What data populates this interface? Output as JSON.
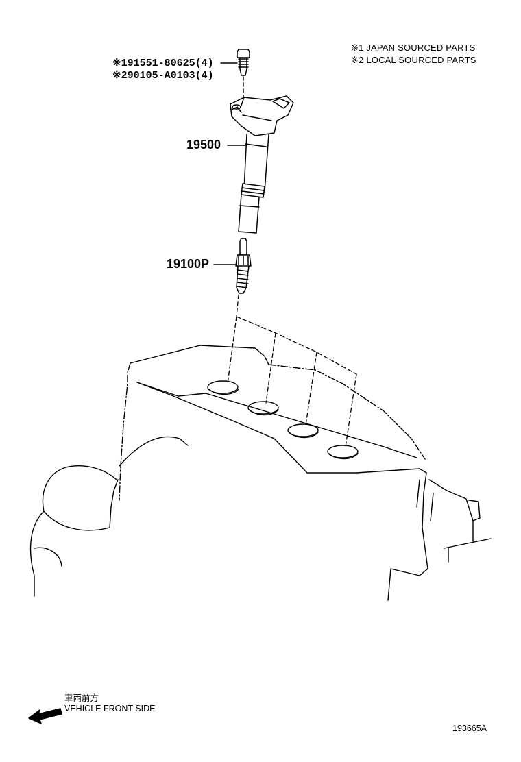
{
  "legend": {
    "line1": "※1 JAPAN SOURCED PARTS",
    "line2": "※2 LOCAL SOURCED PARTS"
  },
  "bolt": {
    "part1": "※191551-80625(4)",
    "part2": "※290105-A0103(4)"
  },
  "ignition_coil": {
    "part": "19500"
  },
  "spark_plug": {
    "part": "19100P"
  },
  "direction": {
    "label_jp": "車両前方",
    "label_en": "VEHICLE FRONT SIDE"
  },
  "figure_id": "193665A"
}
